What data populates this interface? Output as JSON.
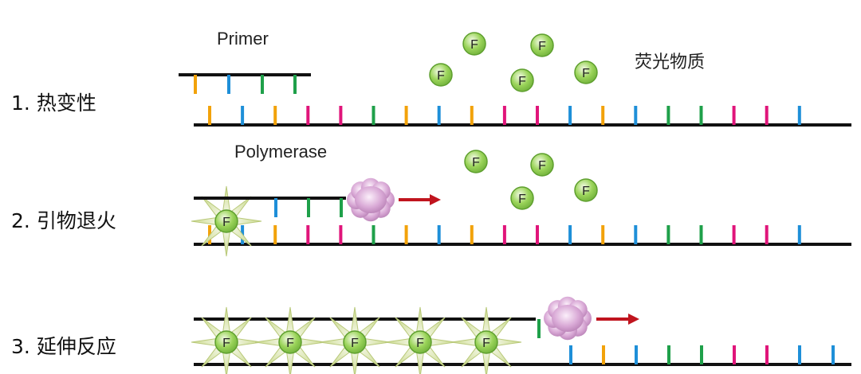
{
  "steps": [
    {
      "number": "1.",
      "label": "热变性"
    },
    {
      "number": "2.",
      "label": "引物退火"
    },
    {
      "number": "3.",
      "label": "延伸反应"
    }
  ],
  "annotations": {
    "primer": "Primer",
    "polymerase": "Polymerase",
    "fluorescent": "荧光物质"
  },
  "fluor_symbol": "F",
  "colors": {
    "strand": "#111111",
    "base_orange": "#F2A20A",
    "base_blue": "#1E8FD8",
    "base_green": "#1FA04A",
    "base_pink": "#E0157A",
    "arrow": "#C0141E",
    "enzyme": "#D9A9D6",
    "fluor_fill": "#9BD45A",
    "star": "#C9D98A"
  },
  "template_bases": [
    "orange",
    "blue",
    "orange",
    "pink",
    "pink",
    "green",
    "orange",
    "blue",
    "orange",
    "pink",
    "pink",
    "blue",
    "orange",
    "blue",
    "green",
    "green",
    "pink",
    "pink",
    "blue"
  ],
  "primer_bases": [
    "orange",
    "blue",
    "green",
    "green"
  ],
  "step2_upper_bases": [
    "blue",
    "green",
    "green"
  ]
}
